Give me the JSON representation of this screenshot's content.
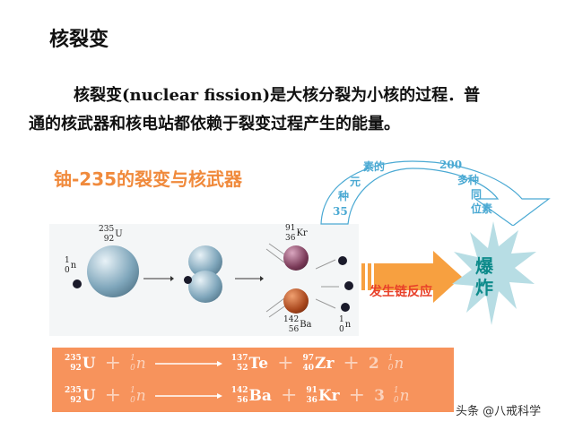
{
  "title": "核裂变",
  "paragraph": {
    "line1": "核裂变(nuclear fission)是大核分裂为小核的过程．普",
    "line2": "通的核武器和核电站都依赖于裂变过程产生的能量。"
  },
  "subtitle": "铀-235的裂变与核武器",
  "diagram": {
    "neutron": {
      "mass": "1",
      "z": "0",
      "sym": "n"
    },
    "uranium": {
      "mass": "235",
      "z": "92",
      "sym": "U"
    },
    "krypton": {
      "mass": "91",
      "z": "36",
      "sym": "Kr"
    },
    "barium": {
      "mass": "142",
      "z": "56",
      "sym": "Ba"
    },
    "out_neutron": {
      "mass": "1",
      "z": "0",
      "sym": "n"
    },
    "chain_reaction": "发生链反应",
    "explosion": "爆炸",
    "arc_left": [
      "35",
      "种",
      "元",
      "素的"
    ],
    "arc_right": [
      "200",
      "多种",
      "同",
      "位素"
    ]
  },
  "equations": [
    {
      "u_mass": "235",
      "u_z": "92",
      "u": "U",
      "plus1": "+",
      "n_mass": "1",
      "n_z": "0",
      "n": "n",
      "p1_mass": "137",
      "p1_z": "52",
      "p1": "Te",
      "plus2": "+",
      "p2_mass": "97",
      "p2_z": "40",
      "p2": "Zr",
      "plus3": "+",
      "coef": "2",
      "n2_mass": "1",
      "n2_z": "0",
      "n2": "n"
    },
    {
      "u_mass": "235",
      "u_z": "92",
      "u": "U",
      "plus1": "+",
      "n_mass": "1",
      "n_z": "0",
      "n": "n",
      "p1_mass": "142",
      "p1_z": "56",
      "p1": "Ba",
      "plus2": "+",
      "p2_mass": "91",
      "p2_z": "36",
      "p2": "Kr",
      "plus3": "+",
      "coef": "3",
      "n2_mass": "1",
      "n2_z": "0",
      "n2": "n"
    }
  ],
  "watermark": "头条 @八戒科学",
  "colors": {
    "orange": "#f08a3c",
    "eq_bg": "#f7935c",
    "arc": "#4aa9d3",
    "burst": "#b7dde4",
    "explode": "#0c8a8a",
    "chain": "#e8402a"
  }
}
